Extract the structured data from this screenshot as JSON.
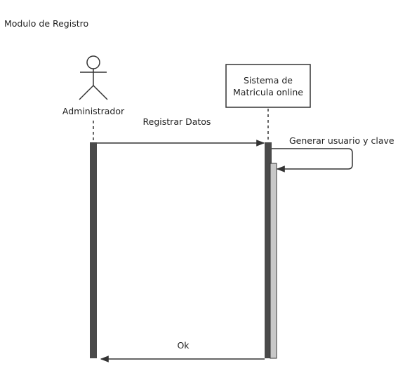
{
  "diagram": {
    "title": "Modulo de Registro",
    "actor": {
      "name": "Administrador"
    },
    "system": {
      "name_line1": "Sistema de",
      "name_line2": "Matricula online"
    },
    "messages": {
      "register": "Registrar Datos",
      "generate": "Generar usuario y clave",
      "reply": "Ok"
    },
    "colors": {
      "line": "#333333",
      "activation": "#4a4a4a",
      "nested_activation": "#c8c8c8",
      "actor_text": "#555555"
    }
  }
}
